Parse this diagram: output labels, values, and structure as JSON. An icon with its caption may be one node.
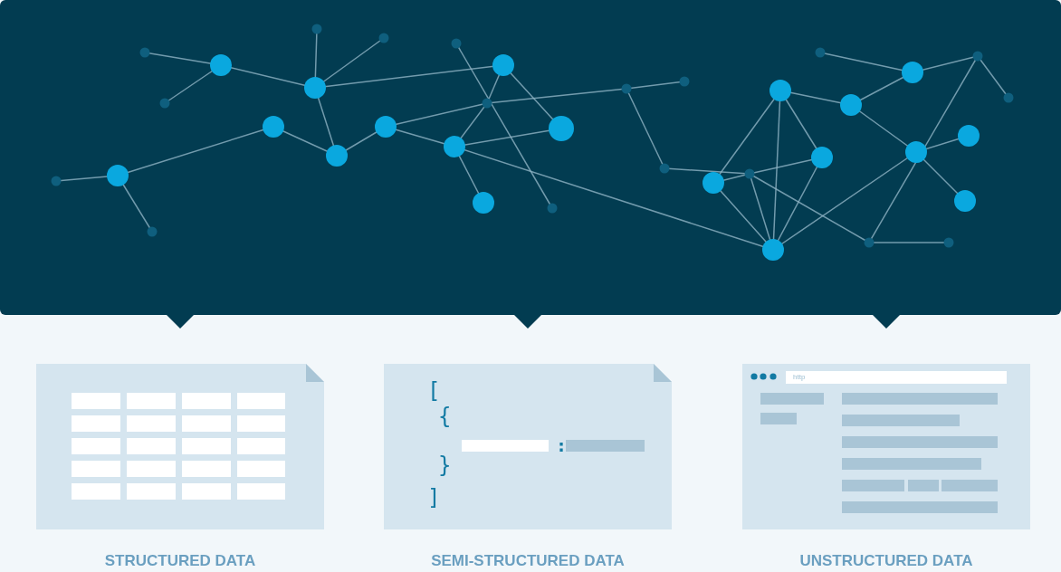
{
  "diagram": {
    "nodes": [
      {
        "text": [],
        "shape": "box"
      },
      {
        "text": [],
        "shape": "box",
        "beside": [
          "STRUCTURED DATA"
        ]
      },
      {
        "text": [
          "[",
          "{",
          ":",
          "}",
          "]"
        ],
        "beside": [
          "SEMI-STRUCTURED DATA"
        ]
      },
      {
        "text": [
          "http"
        ],
        "beside": [
          "UNSTRUCTURED DATA"
        ]
      }
    ]
  }
}
